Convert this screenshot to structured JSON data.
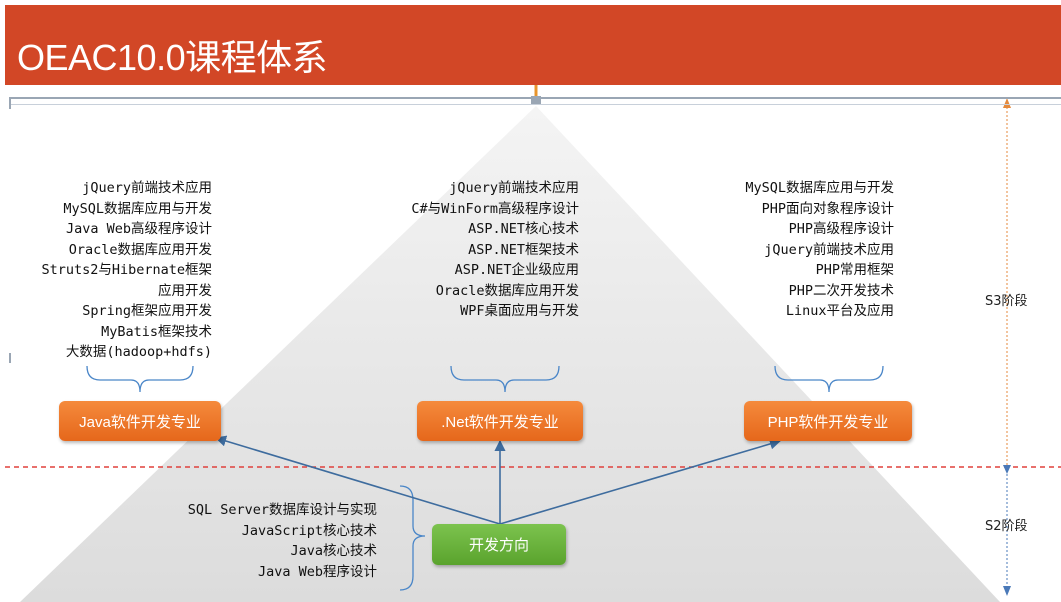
{
  "title": "OEAC10.0课程体系",
  "colors": {
    "title_bar": "#d24726",
    "major_button": "#ef7a2d",
    "direction_button": "#6ab53e",
    "connector": "#3e6c9e",
    "divider": "#e0413c",
    "stage_line_top": "#e58a3c",
    "stage_line_bottom": "#4a79b8"
  },
  "majors": [
    {
      "label": "Java软件开发专业",
      "courses": [
        "jQuery前端技术应用",
        "MySQL数据库应用与开发",
        "Java Web高级程序设计",
        "Oracle数据库应用开发",
        "Struts2与Hibernate框架",
        "应用开发",
        "Spring框架应用开发",
        "MyBatis框架技术",
        "大数据(hadoop+hdfs)"
      ]
    },
    {
      "label": ".Net软件开发专业",
      "courses": [
        "jQuery前端技术应用",
        "C#与WinForm高级程序设计",
        "ASP.NET核心技术",
        "ASP.NET框架技术",
        "ASP.NET企业级应用",
        "Oracle数据库应用开发",
        "WPF桌面应用与开发"
      ]
    },
    {
      "label": "PHP软件开发专业",
      "courses": [
        "MySQL数据库应用与开发",
        "PHP面向对象程序设计",
        "PHP高级程序设计",
        "jQuery前端技术应用",
        "PHP常用框架",
        "PHP二次开发技术",
        "Linux平台及应用"
      ]
    }
  ],
  "direction": {
    "label": "开发方向",
    "courses": [
      "SQL Server数据库设计与实现",
      "JavaScript核心技术",
      "Java核心技术",
      "Java Web程序设计"
    ]
  },
  "stages": {
    "s3": "S3阶段",
    "s2": "S2阶段"
  }
}
